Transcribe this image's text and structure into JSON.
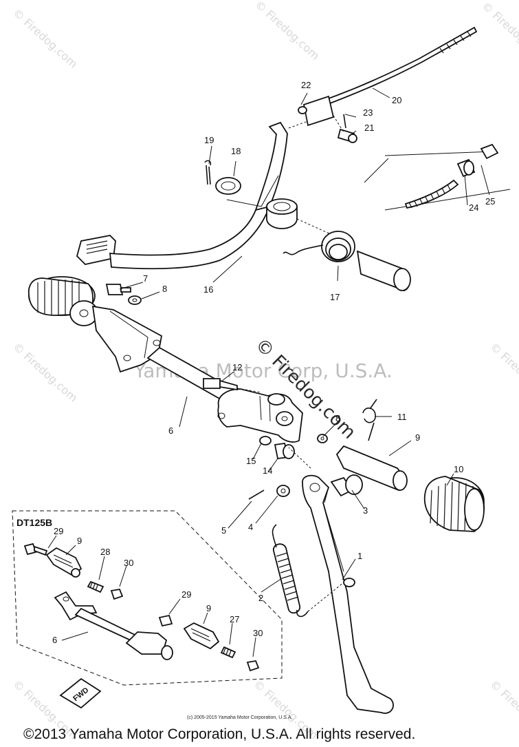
{
  "diagram": {
    "model_label": "DT125B",
    "callouts": [
      "1",
      "2",
      "3",
      "4",
      "5",
      "6",
      "7",
      "8",
      "9",
      "10",
      "11",
      "12",
      "14",
      "15",
      "16",
      "17",
      "18",
      "19",
      "20",
      "21",
      "22",
      "23",
      "24",
      "25",
      "27",
      "28",
      "29",
      "30"
    ]
  },
  "watermarks": {
    "corner": "© Firedog.com",
    "center_copyright": "© Firedog.com",
    "center_ghost": "Yamaha Motor Corp, U.S.A."
  },
  "small_copyright": "(c) 2005-2015 Yamaha Motor Corporation, U.S.A.",
  "footer": "©2013 Yamaha Motor Corporation, U.S.A. All rights reserved."
}
